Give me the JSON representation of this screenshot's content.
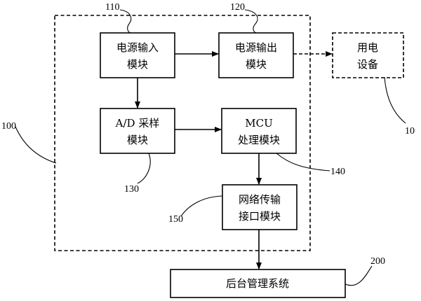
{
  "blocks": {
    "power_input": {
      "line1": "电源输入",
      "line2": "模块"
    },
    "power_output": {
      "line1": "电源输出",
      "line2": "模块"
    },
    "load": {
      "line1": "用电",
      "line2": "设备"
    },
    "ad_sampling": {
      "line1": "A/D 采样",
      "line2": "模块"
    },
    "mcu": {
      "line1": "MCU",
      "line2": "处理模块"
    },
    "network": {
      "line1": "网络传输",
      "line2": "接口模块"
    },
    "backend": {
      "line1": "后台管理系统"
    }
  },
  "refs": {
    "power_input": "110",
    "power_output": "120",
    "load": "10",
    "device": "100",
    "ad_sampling": "130",
    "mcu": "140",
    "network": "150",
    "backend": "200"
  }
}
